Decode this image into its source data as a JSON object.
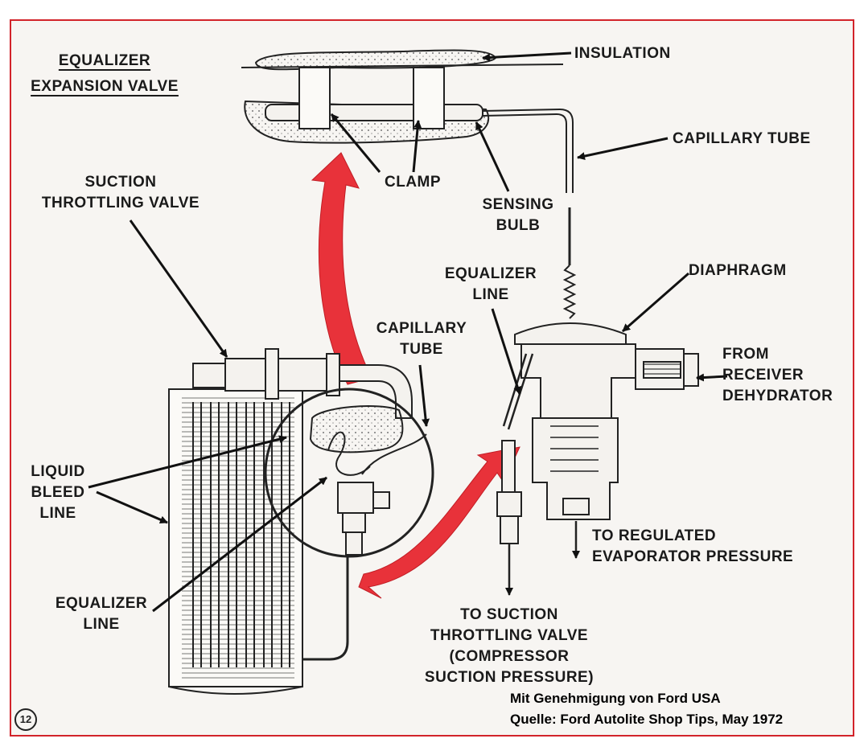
{
  "title": {
    "line1": "EQUALIZER",
    "line2": "EXPANSION VALVE"
  },
  "figure_number": "12",
  "labels": {
    "insulation": "INSULATION",
    "capillary_tube_top": "CAPILLARY TUBE",
    "clamp": "CLAMP",
    "sensing_bulb": {
      "line1": "SENSING",
      "line2": "BULB"
    },
    "suction_throttling_valve": {
      "line1": "SUCTION",
      "line2": "THROTTLING VALVE"
    },
    "equalizer_line_right": {
      "line1": "EQUALIZER",
      "line2": "LINE"
    },
    "diaphragm": "DIAPHRAGM",
    "capillary_tube_mid": {
      "line1": "CAPILLARY",
      "line2": "TUBE"
    },
    "from_receiver": {
      "line1": "FROM",
      "line2": "RECEIVER",
      "line3": "DEHYDRATOR"
    },
    "liquid_bleed_line": {
      "line1": "LIQUID",
      "line2": "BLEED",
      "line3": "LINE"
    },
    "to_regulated": {
      "line1": "TO REGULATED",
      "line2": "EVAPORATOR PRESSURE"
    },
    "equalizer_line_left": {
      "line1": "EQUALIZER",
      "line2": "LINE"
    },
    "to_suction": {
      "line1": "TO SUCTION",
      "line2": "THROTTLING VALVE",
      "line3": "(COMPRESSOR",
      "line4": "SUCTION PRESSURE)"
    }
  },
  "credits": {
    "line1": "Mit Genehmigung von Ford USA",
    "line2": "Quelle: Ford Autolite Shop Tips, May 1972"
  },
  "colors": {
    "frame": "#d2232a",
    "flow_arrow": "#e8323a",
    "ink": "#1a1a1a",
    "paper": "#f7f5f2"
  }
}
